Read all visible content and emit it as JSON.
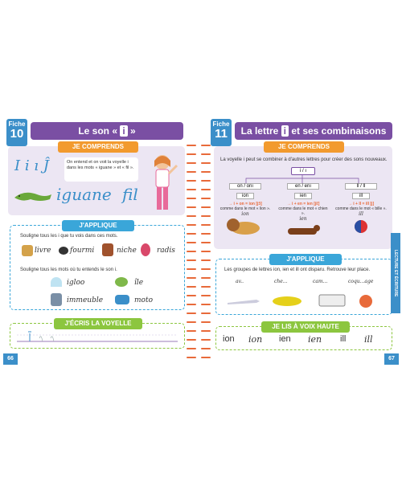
{
  "left": {
    "fiche_label": "Fiche",
    "fiche_number": "10",
    "title_prefix": "Le son « ",
    "title_letter": "i",
    "title_suffix": " »",
    "comprends_label": "JE COMPRENDS",
    "letters": "I i ı Ĵ",
    "bubble_text": "On entend et on voit la voyelle i dans les mots « iguane » et « fil ».",
    "word_iguane": "iguane",
    "word_fil": "fil",
    "applique_label": "J'APPLIQUE",
    "instr1": "Souligne tous les i que tu vois dans ces mots.",
    "words1": [
      "livre",
      "fourmi",
      "niche",
      "radis"
    ],
    "instr2": "Souligne tous les mots où tu entends le son i.",
    "words2": [
      "igloo",
      "île",
      "immeuble",
      "moto"
    ],
    "ecris_label": "J'ÉCRIS LA VOYELLE",
    "page_number": "66"
  },
  "right": {
    "fiche_label": "Fiche",
    "fiche_number": "11",
    "title_prefix": "La lettre ",
    "title_letter": "i",
    "title_suffix": " et ses combinaisons",
    "comprends_label": "JE COMPRENDS",
    "intro": "La voyelle i peut se combiner à d'autres lettres pour créer des sons nouveaux.",
    "root": "i / ı",
    "branches": [
      {
        "pair": "on / onı",
        "combo": "ion",
        "rule": "→ i + on = ion [jɔ̃]",
        "example": "comme dans le mot « lion ».",
        "word": "ion"
      },
      {
        "pair": "en / enı",
        "combo": "ien",
        "rule": "→ i + en = ien [jɛ̃]",
        "example": "comme dans le mot « chien ».",
        "word": "ien"
      },
      {
        "pair": "ll / ll",
        "combo": "ill",
        "rule": "→ i + ll = ill [j]",
        "example": "comme dans le mot « bille ».",
        "word": "ill"
      }
    ],
    "applique_label": "J'APPLIQUE",
    "instr": "Les groupes de lettres ion, ien et ill ont disparu. Retrouve leur place.",
    "blanks": [
      "av..",
      "che...",
      "cam...",
      "coqu...age"
    ],
    "lis_label": "JE LIS À VOIX HAUTE",
    "read_words": [
      "ion",
      "ion",
      "ien",
      "ien",
      "ill",
      "ill"
    ],
    "page_number": "67",
    "side_tab": "LECTURE ET ÉCRITURE"
  },
  "colors": {
    "purple": "#7a4fa3",
    "blue": "#3b8fc9",
    "orange": "#f29a2e",
    "green": "#8cc63f",
    "lightpurple": "#ece6f3"
  }
}
